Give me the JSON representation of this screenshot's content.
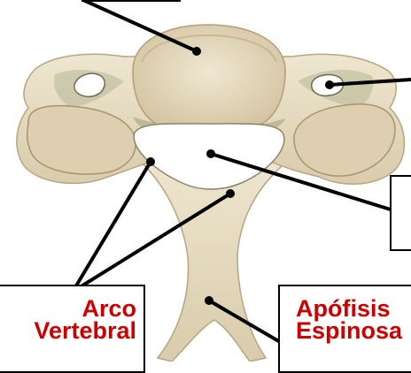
{
  "labels": {
    "arco_vertebral": {
      "line1": "Arco",
      "line2": "Vertebral"
    },
    "apofisis_espinosa": {
      "line1": "Apófisis",
      "line2": "Espinosa"
    }
  },
  "colors": {
    "bone_light": "#e6dcc3",
    "bone_mid": "#d6c8a6",
    "bone_shadow": "#bcae8a",
    "joint_green": "#8e9a6b",
    "label_text": "#cc0000",
    "leader_line": "#000000"
  }
}
